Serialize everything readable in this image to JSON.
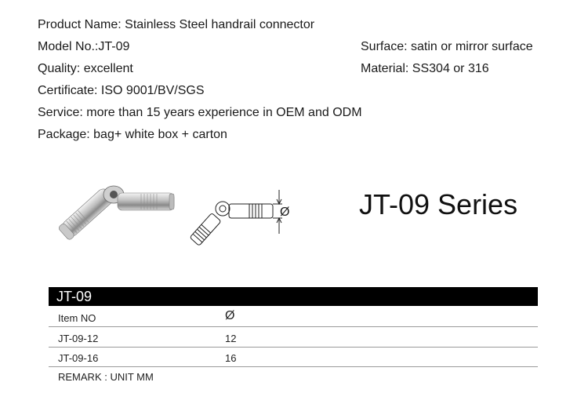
{
  "specs": {
    "product_name": "Product Name: Stainless Steel handrail connector",
    "model_no": "Model No.:JT-09",
    "surface": "Surface: satin or mirror surface",
    "quality": "Quality: excellent",
    "material": "Material: SS304 or 316",
    "certificate": "Certificate: ISO 9001/BV/SGS",
    "service": "Service: more than 15 years experience in OEM and ODM",
    "package": "Package: bag+ white box + carton"
  },
  "series_title": "JT-09 Series",
  "drawing": {
    "diameter_symbol": "Ø"
  },
  "table": {
    "title": "JT-09",
    "header": {
      "item": "Item NO",
      "diameter": "Ø"
    },
    "rows": [
      {
        "item": "JT-09-12",
        "diameter": "12"
      },
      {
        "item": "JT-09-16",
        "diameter": "16"
      }
    ],
    "remark": "REMARK : UNIT MM"
  }
}
